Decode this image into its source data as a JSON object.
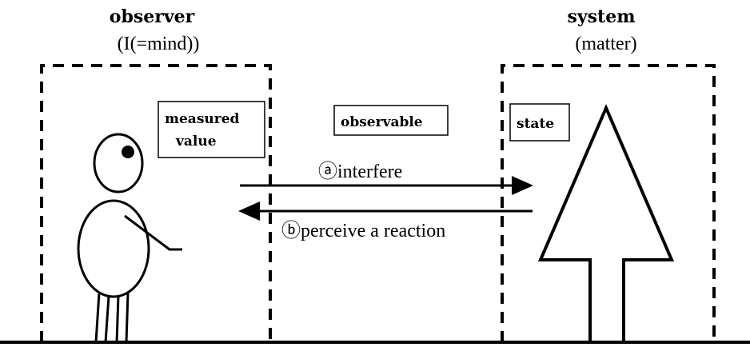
{
  "observer": {
    "title": "observer",
    "subtitle": "(I(=mind))"
  },
  "system": {
    "title": "system",
    "subtitle": "(matter)"
  },
  "labels": {
    "measured_line1": "measured",
    "measured_line2": "value",
    "observable": "observable",
    "state": "state"
  },
  "arrows": {
    "interfere": "ⓐinterfere",
    "perceive": "ⓑperceive a reaction"
  },
  "icons": [
    "person-figure-icon",
    "tree-arrow-icon"
  ]
}
